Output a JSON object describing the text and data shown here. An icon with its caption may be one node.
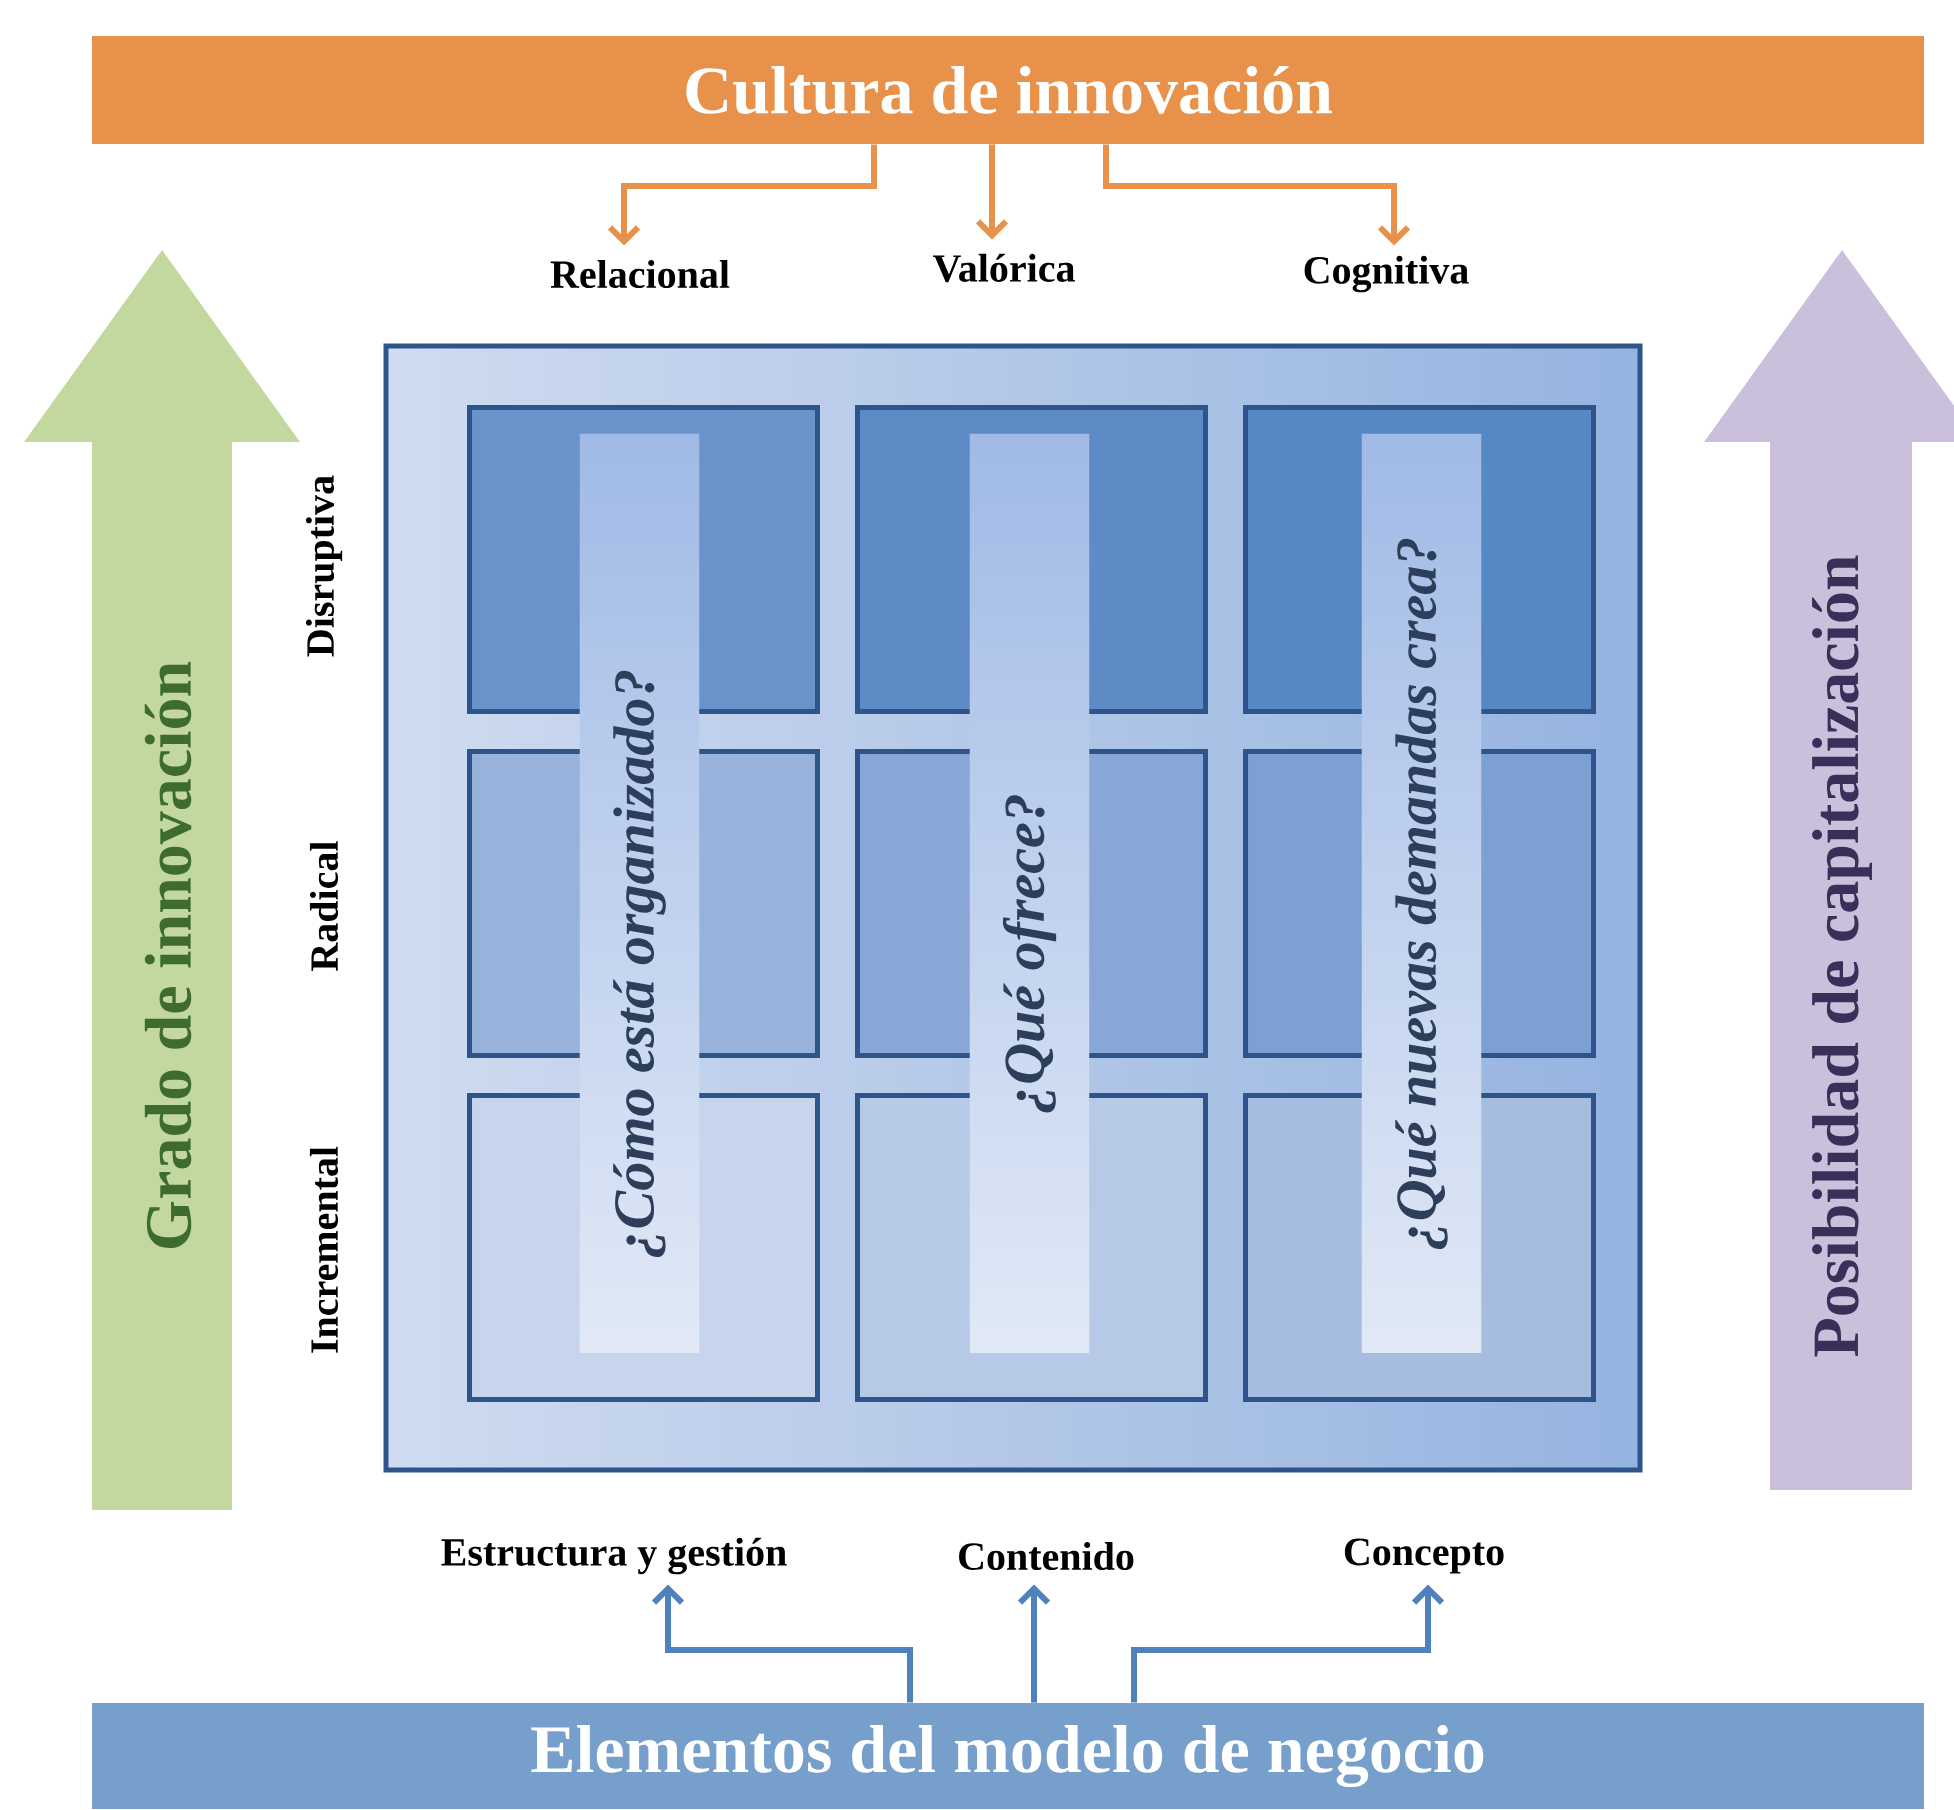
{
  "diagram": {
    "nodes": [
      {
        "text": [
          "Cultura de innovación"
        ]
      },
      {
        "text": [
          "Relacional"
        ]
      },
      {
        "text": [
          "Valórica"
        ]
      },
      {
        "text": [
          "Cognitiva"
        ]
      },
      {
        "text": [
          "Grado de innovación"
        ]
      },
      {
        "text": [],
        "shape": "box"
      },
      {
        "text": [],
        "shape": "box",
        "in": 5
      },
      {
        "text": [],
        "shape": "box",
        "in": 5
      },
      {
        "text": [],
        "shape": "box",
        "in": 5
      },
      {
        "text": [],
        "shape": "box",
        "in": 5
      },
      {
        "text": [],
        "shape": "box",
        "in": 5
      },
      {
        "text": [],
        "shape": "box",
        "in": 5
      },
      {
        "text": [],
        "shape": "box",
        "in": 5
      },
      {
        "text": [],
        "shape": "box",
        "in": 5
      },
      {
        "text": [],
        "shape": "box",
        "in": 5
      },
      {
        "text": [
          "¿Cómo está organizado?"
        ],
        "in": 5
      },
      {
        "text": [
          "¿Qué ofrece?"
        ],
        "in": 5
      },
      {
        "text": [
          "¿Qué nuevas demandas crea?"
        ],
        "in": 5
      },
      {
        "text": [
          "Posibilidad de capitalización"
        ]
      },
      {
        "text": [
          "Estructura  y gestión"
        ]
      },
      {
        "text": [
          "Contenido"
        ]
      },
      {
        "text": [
          "Concepto"
        ]
      },
      {
        "text": [
          "Elementos del modelo de negocio"
        ]
      }
    ],
    "edges": [
      {
        "from": 0,
        "to": 1,
        "arrow": "to",
        "color": "#e8914a"
      },
      {
        "from": 0,
        "to": 2,
        "arrow": "to",
        "color": "#e8914a"
      },
      {
        "from": 0,
        "to": 3,
        "arrow": "to",
        "color": "#e8914a"
      },
      {
        "from": 22,
        "to": 19,
        "arrow": "to",
        "color": "#4f81bd"
      },
      {
        "from": 22,
        "to": 20,
        "arrow": "to",
        "color": "#4f81bd"
      },
      {
        "from": 22,
        "to": 21,
        "arrow": "to",
        "color": "#4f81bd"
      }
    ],
    "labels": [
      "Disruptiva",
      "Radical",
      "Incremental"
    ]
  }
}
